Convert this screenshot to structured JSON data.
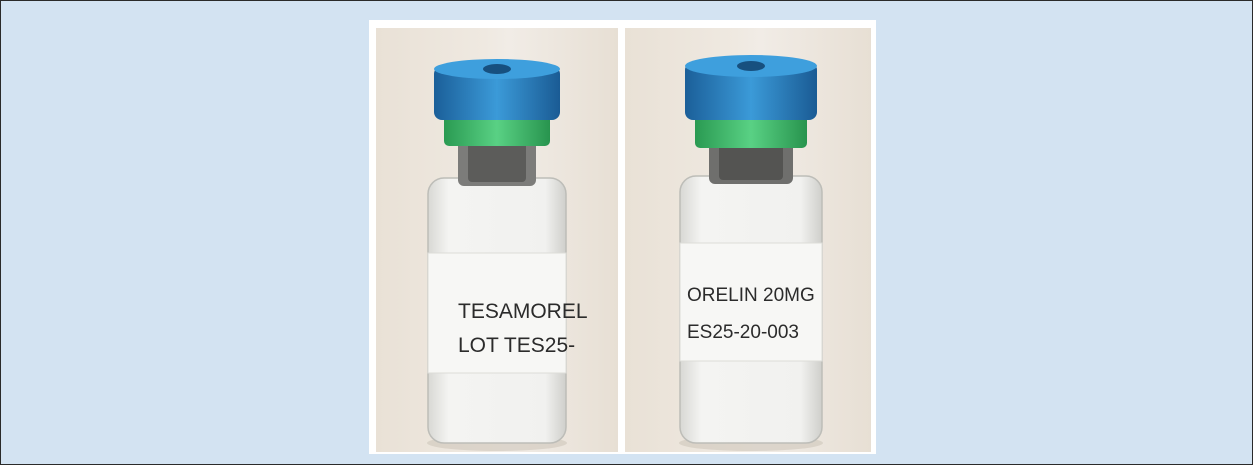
{
  "vials": [
    {
      "label_line1": "TESAMOREL",
      "label_line2": "LOT TES25-"
    },
    {
      "label_line1": "ORELIN 20MG",
      "label_line2": "ES25-20-003"
    }
  ],
  "colors": {
    "background": "#d3e3f2",
    "cap_blue": "#2f86c4",
    "cap_green": "#3fbf6a"
  }
}
